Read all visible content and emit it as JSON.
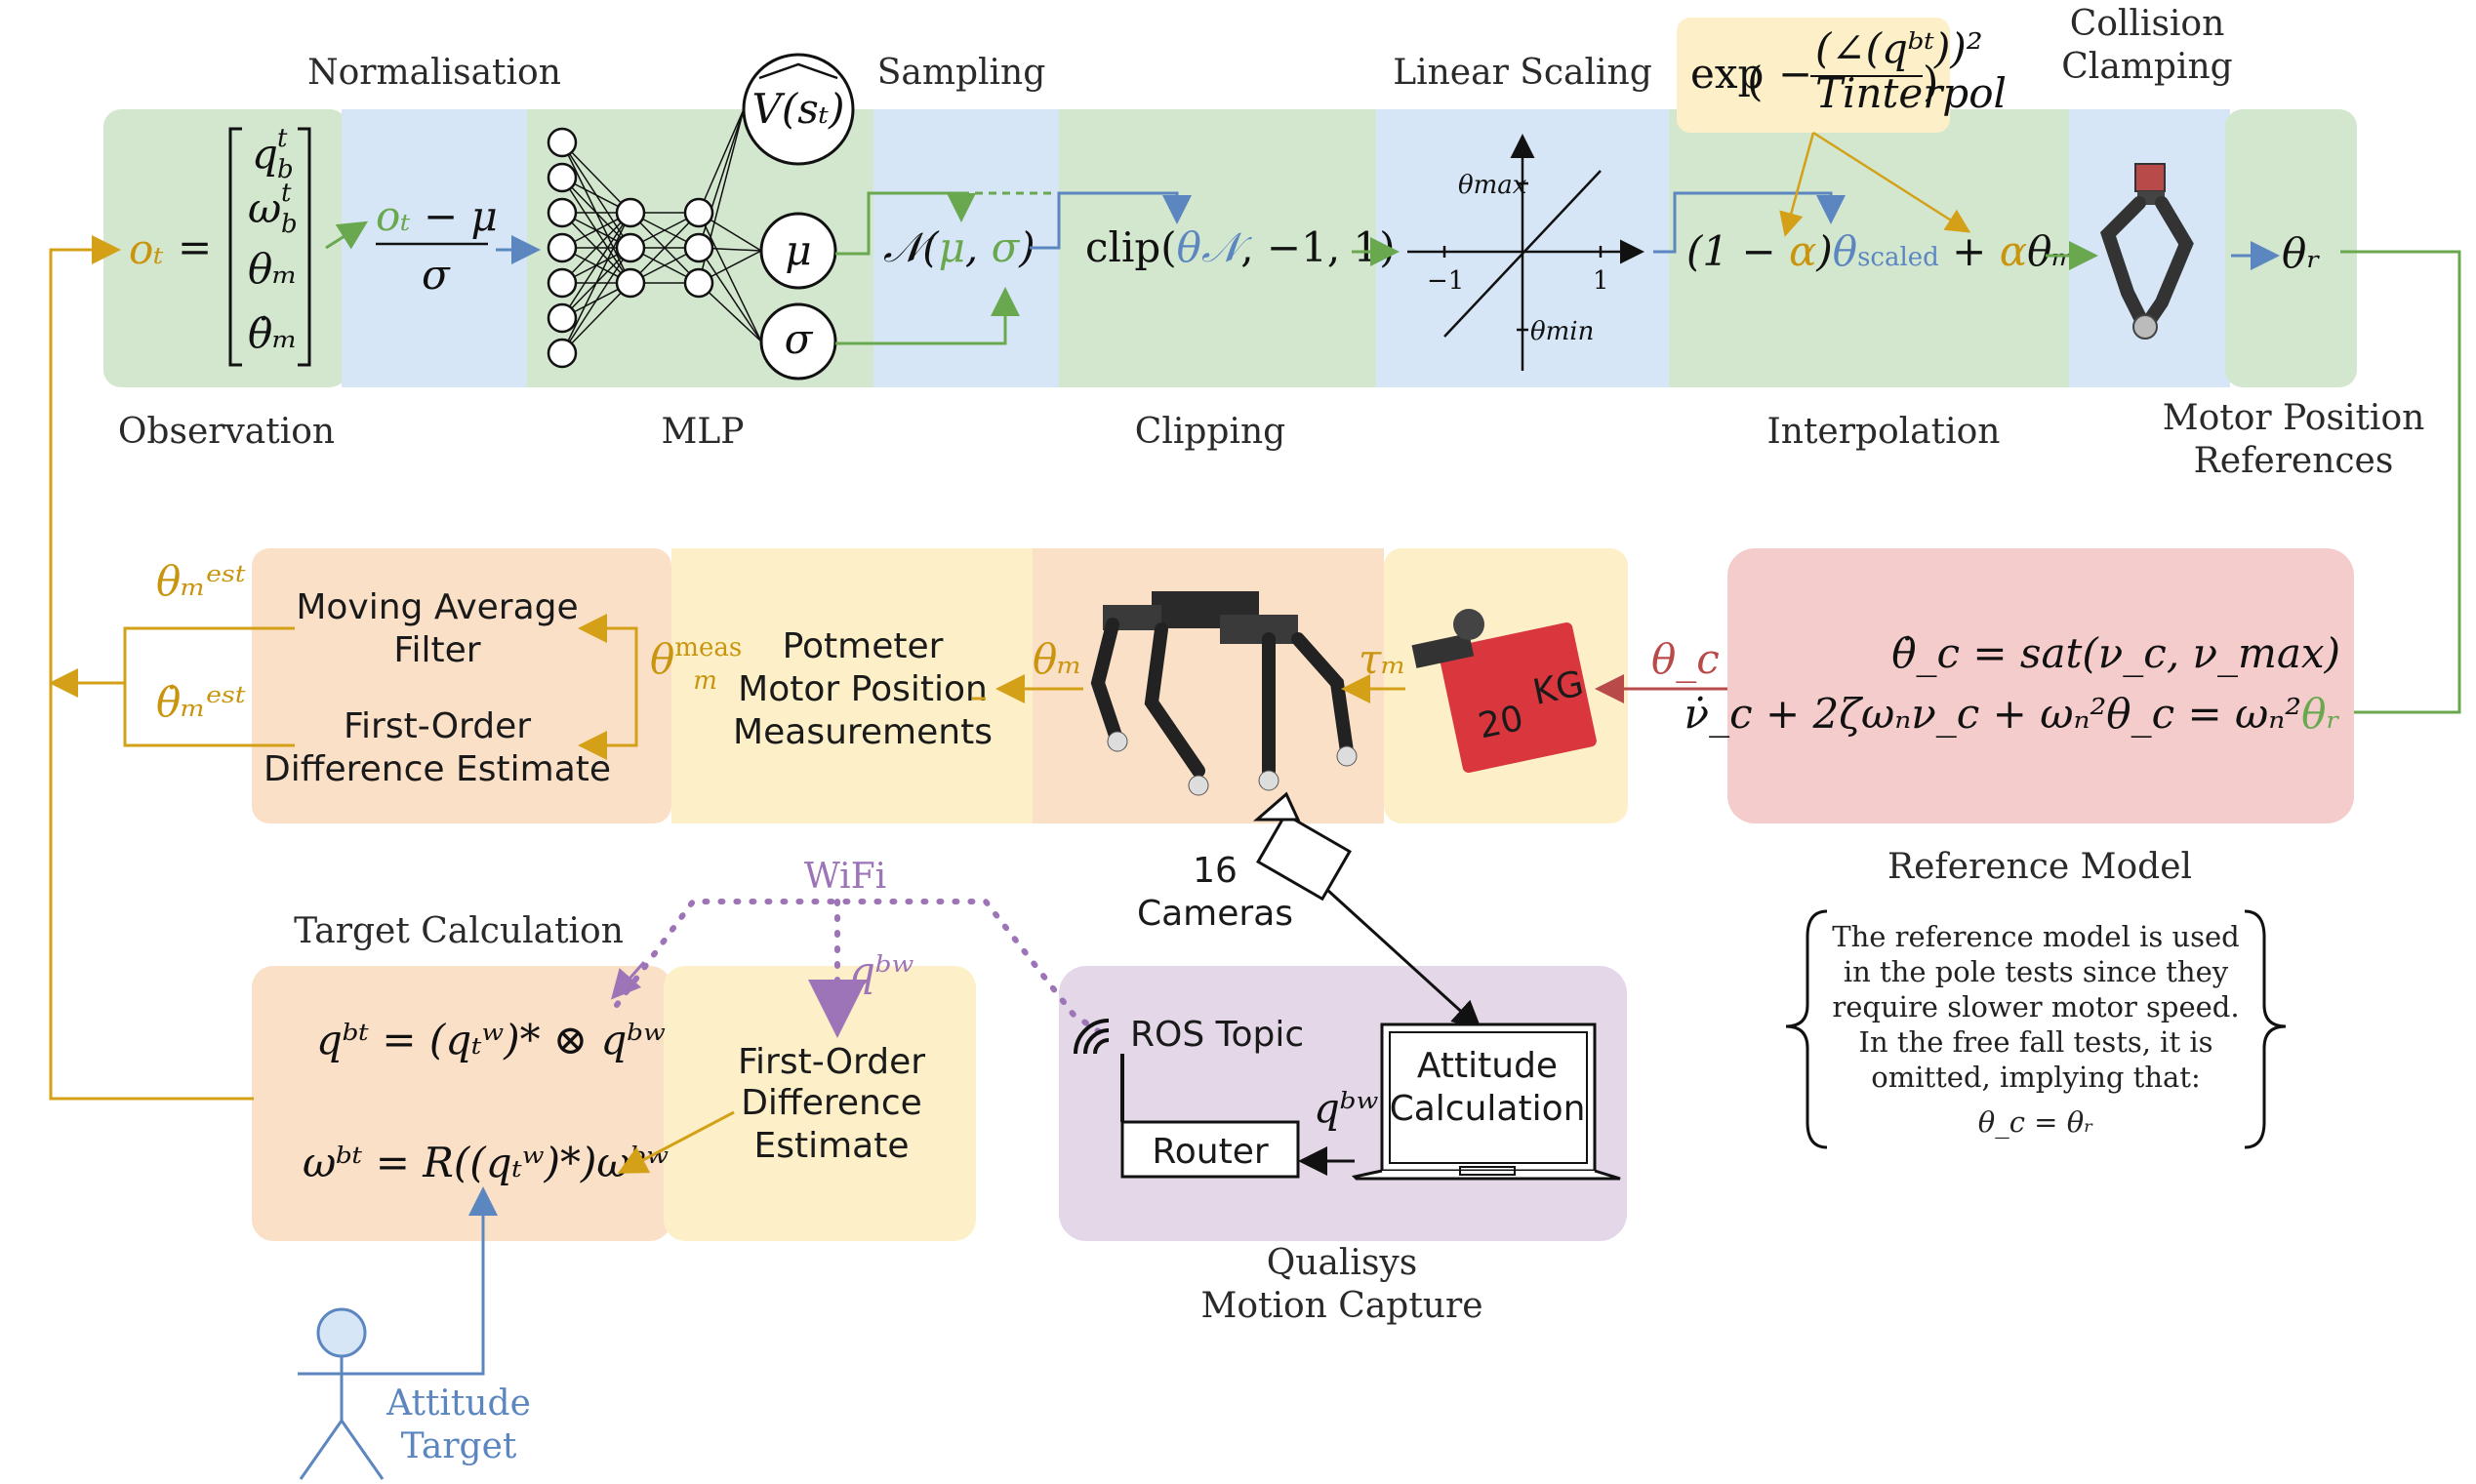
{
  "labels": {
    "normalisation": "Normalisation",
    "sampling": "Sampling",
    "linear_scaling": "Linear Scaling",
    "collision_clamping_1": "Collision",
    "collision_clamping_2": "Clamping",
    "observation": "Observation",
    "mlp": "MLP",
    "clipping": "Clipping",
    "interpolation": "Interpolation",
    "motor_ref_1": "Motor Position",
    "motor_ref_2": "References",
    "reference_model": "Reference Model",
    "moving_avg_1": "Moving Average",
    "moving_avg_2": "Filter",
    "first_order_1": "First-Order",
    "first_order_2": "Difference Estimate",
    "potmeter_1": "Potmeter",
    "potmeter_2": "Motor Position",
    "potmeter_3": "Measurements",
    "cameras_1": "16",
    "cameras_2": "Cameras",
    "wifi": "WiFi",
    "target_calc": "Target Calculation",
    "fo_est_1": "First-Order",
    "fo_est_2": "Difference",
    "fo_est_3": "Estimate",
    "ros_topic": "ROS Topic",
    "attitude_calc_1": "Attitude",
    "attitude_calc_2": "Calculation",
    "router": "Router",
    "qualisys_1": "Qualisys",
    "qualisys_2": "Motion Capture",
    "attitude_target_1": "Attitude",
    "attitude_target_2": "Target",
    "servo_text_1": "20",
    "servo_text_2": "KG"
  },
  "math": {
    "o_t": "oₜ",
    "equals": "=",
    "vec_1": "q",
    "vec_2": "ω",
    "vec_3": "θₘ",
    "vec_4": "θ̇ₘ",
    "norm_num": "oₜ − μ",
    "norm_den": "σ",
    "value": "V(sₜ)",
    "mu": "μ",
    "sigma": "σ",
    "normal": "𝒩(μ, σ)",
    "clip": "clip(θ𝒩, −1, 1)",
    "theta_max": "θmax",
    "theta_min": "θmin",
    "tick_neg": "−1",
    "tick_pos": "1",
    "exp": "exp",
    "exp_num": "(∠(qᵇᵗ))²",
    "exp_den": "Tinterpol",
    "interp": "(1 − α)θscaled + αθₘ",
    "theta_r": "θᵣ",
    "theta_c": "θ_c",
    "tau_m": "τₘ",
    "theta_m": "θₘ",
    "theta_meas": "θₘᵐᵉᵃˢ",
    "theta_est": "θₘᵉˢᵗ",
    "theta_dot_est": "θ̇ₘᵉˢᵗ",
    "ref_eq_1": "θ̇_c = sat(ν_c, ν_max)",
    "ref_eq_2": "ν̇_c + 2ζωₙν_c + ωₙ²θ_c = ωₙ²θᵣ",
    "target_eq_1": "qᵇᵗ = (qₜʷ)* ⊗ qᵇʷ",
    "target_eq_2": "ωᵇᵗ = R((qₜʷ)*)ωᵇʷ",
    "q_bw": "qᵇʷ"
  },
  "note": {
    "line_1": "The reference model is used",
    "line_2": "in the pole tests since they",
    "line_3": "require slower motor speed.",
    "line_4": "In the free fall tests, it is",
    "line_5": "omitted, implying that:",
    "line_6": "θ_c = θᵣ"
  },
  "colors": {
    "green_block": "#d3e7cf",
    "blue_block": "#d6e6f7",
    "orange_block": "#fbe0c8",
    "yellow_block": "#fdf0c8",
    "red_block": "#f4cccc",
    "purple_block": "#e3d7e8",
    "gold_line": "#d4a017",
    "green_line": "#6aa84f",
    "blue_line": "#5b86c0",
    "red_line": "#b84a4a",
    "purple_line": "#9e74b8"
  }
}
